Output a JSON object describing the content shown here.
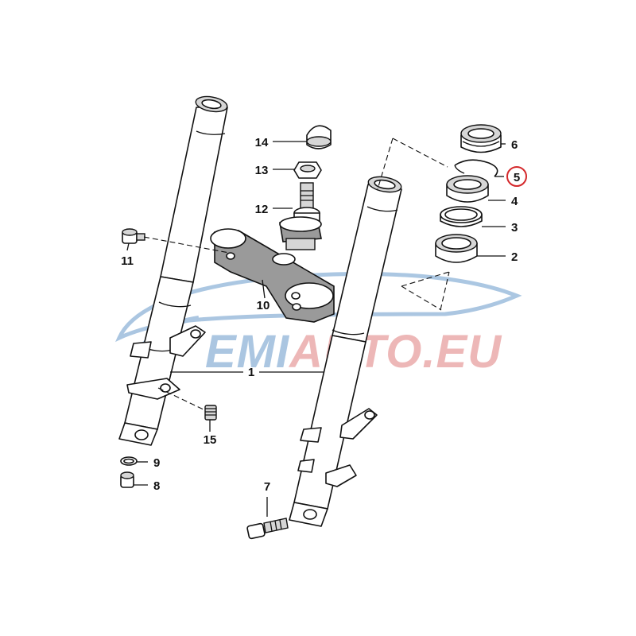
{
  "watermark": {
    "brand_part1": "EMI",
    "brand_part2": "AUTO.EU",
    "color_primary": "#8fb4d8",
    "color_accent": "#e8a0a0"
  },
  "highlight": {
    "part": "5",
    "color": "#d4282b"
  },
  "callouts": [
    {
      "id": "1",
      "label": "1"
    },
    {
      "id": "2",
      "label": "2"
    },
    {
      "id": "3",
      "label": "3"
    },
    {
      "id": "4",
      "label": "4"
    },
    {
      "id": "5",
      "label": "5"
    },
    {
      "id": "6",
      "label": "6"
    },
    {
      "id": "7",
      "label": "7"
    },
    {
      "id": "8",
      "label": "8"
    },
    {
      "id": "9",
      "label": "9"
    },
    {
      "id": "10",
      "label": "10"
    },
    {
      "id": "11",
      "label": "11"
    },
    {
      "id": "12",
      "label": "12"
    },
    {
      "id": "13",
      "label": "13"
    },
    {
      "id": "14",
      "label": "14"
    },
    {
      "id": "15",
      "label": "15"
    }
  ]
}
